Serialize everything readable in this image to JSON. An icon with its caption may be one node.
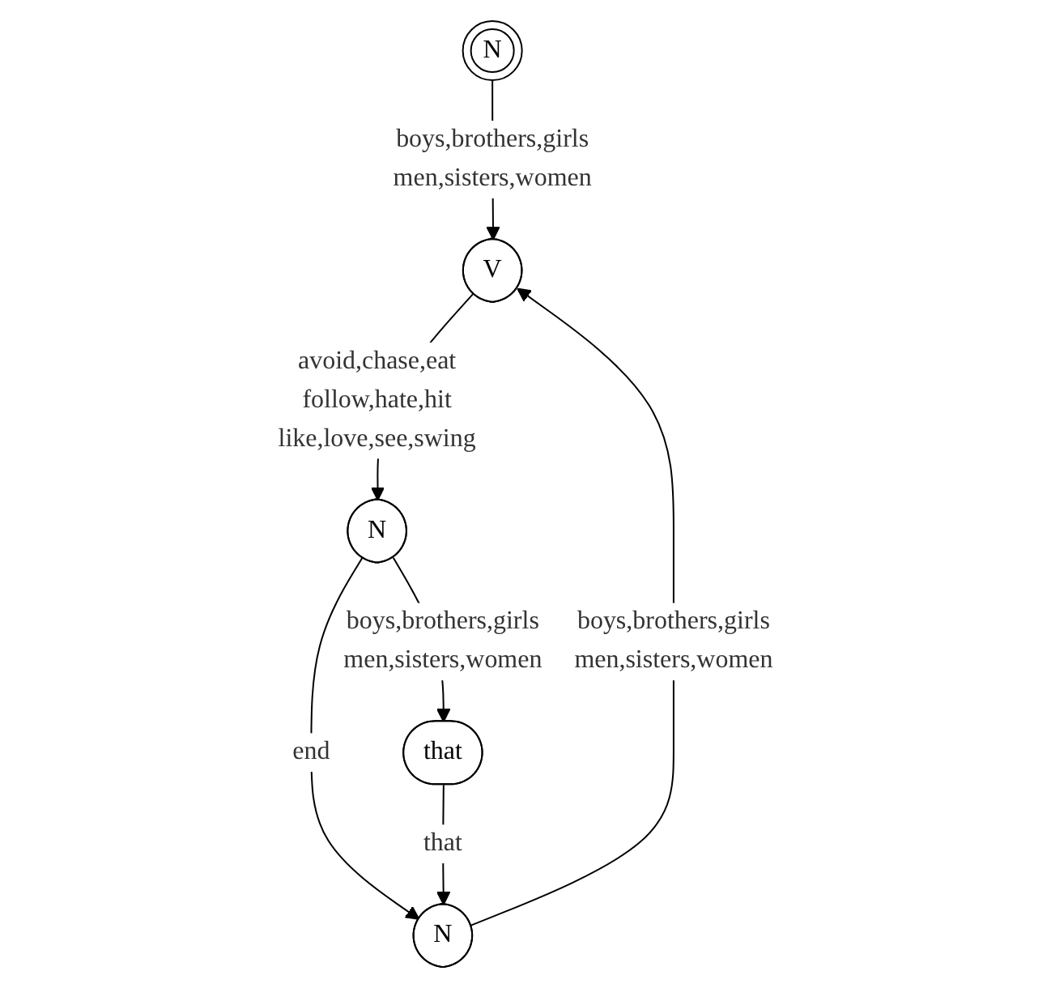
{
  "diagram": {
    "nodes": [
      {
        "text": [
          "N"
        ]
      },
      {
        "text": [
          "V"
        ]
      },
      {
        "text": [
          "N"
        ]
      },
      {
        "text": [
          "that"
        ]
      },
      {
        "text": [
          "N"
        ]
      }
    ],
    "edges": [
      {
        "from": 0,
        "to": 1,
        "arrow": "to",
        "label": "boys,brothers,girls men,sisters,women"
      },
      {
        "from": 1,
        "to": 2,
        "arrow": "to",
        "label": "avoid,chase,eat follow,hate,hit like,love,see,swing"
      },
      {
        "from": 2,
        "to": 3,
        "arrow": "to",
        "label": "boys,brothers,girls men,sisters,women"
      },
      {
        "from": 2,
        "to": 4,
        "arrow": "to",
        "label": "end"
      },
      {
        "from": 3,
        "to": 4,
        "arrow": "to",
        "label": "that"
      },
      {
        "from": 4,
        "to": 1,
        "arrow": "to",
        "label": "boys,brothers,girls men,sisters,women"
      }
    ]
  }
}
